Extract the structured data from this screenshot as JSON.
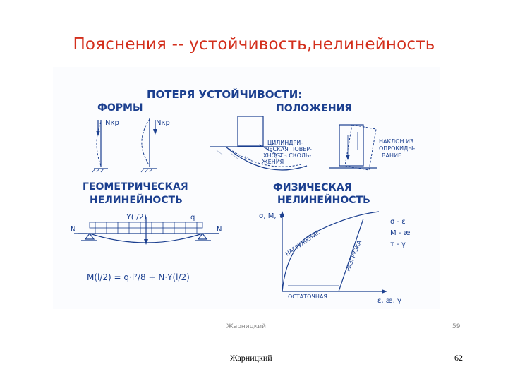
{
  "slide": {
    "title": "Пояснения -- устойчивость,нелинейность",
    "footer_author": "Жарницкий",
    "footer_page": "62"
  },
  "scan": {
    "heading": "ПОТЕРЯ УСТОЙЧИВОСТИ:",
    "forms": "ФОРМЫ",
    "positions": "ПОЛОЖЕНИЯ",
    "ncr_1": "Nкр",
    "ncr_2": "Nкр",
    "cyl_1": "ЦИЛИНДРИ-",
    "cyl_2": "ЧЕСКАЯ ПОВЕР-",
    "cyl_3": "ХНОСТЬ СКОЛЬ-",
    "cyl_4": "ЖЕНИЯ",
    "tilt_1": "НАКЛОН ИЗ",
    "tilt_2": "ОПРОКИДЫ-",
    "tilt_3": "ВАНИЕ",
    "geo_1": "ГЕОМЕТРИЧЕСКАЯ",
    "geo_2": "НЕЛИНЕЙНОСТЬ",
    "phys_1": "ФИЗИЧЕСКАЯ",
    "phys_2": "НЕЛИНЕЙНОСТЬ",
    "load": "Y(l/2)",
    "force_left": "N",
    "force_right": "N",
    "q": "q",
    "formula": "M(l/2) = q·l²/8 + N·Y(l/2)",
    "y_axis": "σ, M, τ",
    "x_axis": "ε, æ, γ",
    "loading": "НАГРУЖЕНИЕ",
    "unloading": "РАЗГРУЗКА",
    "residual": "ОСТАТОЧНАЯ",
    "legend_1": "σ - ε",
    "legend_2": "M - æ",
    "legend_3": "τ - γ",
    "inner_author": "Жарницкий",
    "inner_page": "59"
  }
}
